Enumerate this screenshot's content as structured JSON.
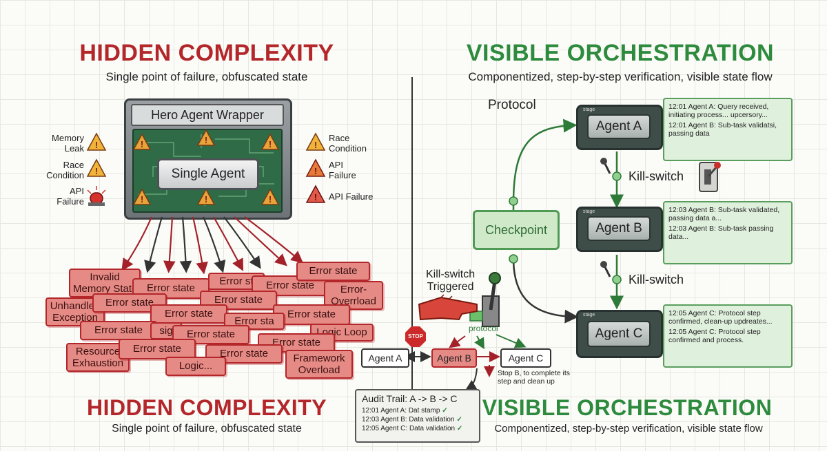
{
  "left": {
    "title_top": "HIDDEN COMPLEXITY",
    "subtitle_top": "Single point of failure, obfuscated state",
    "wrapper_label": "Hero Agent Wrapper",
    "core_label": "Single Agent",
    "side_left": [
      {
        "line1": "Memory",
        "line2": "Leak"
      },
      {
        "line1": "Race",
        "line2": "Condition"
      },
      {
        "line1": "API",
        "line2": "Failure"
      }
    ],
    "side_right": [
      {
        "line1": "Race",
        "line2": "Condition"
      },
      {
        "line1": "API",
        "line2": "Failure"
      },
      {
        "line1": "API Failure",
        "line2": ""
      }
    ],
    "errors": [
      {
        "line1": "Invalid",
        "line2": "Memory State"
      },
      {
        "line1": "Error state",
        "line2": ""
      },
      {
        "line1": "Error st",
        "line2": ""
      },
      {
        "line1": "Error state",
        "line2": ""
      },
      {
        "line1": "Error state",
        "line2": ""
      },
      {
        "line1": "Error-",
        "line2": "Overrload"
      },
      {
        "line1": "Unhandled",
        "line2": "Exception"
      },
      {
        "line1": "Error state",
        "line2": ""
      },
      {
        "line1": "Error state",
        "line2": ""
      },
      {
        "line1": "Error state",
        "line2": ""
      },
      {
        "line1": "Error state",
        "line2": ""
      },
      {
        "line1": "Error sta",
        "line2": ""
      },
      {
        "line1": "Error state",
        "line2": ""
      },
      {
        "line1": "Logic Loop",
        "line2": ""
      },
      {
        "line1": "sig",
        "line2": ""
      },
      {
        "line1": "Error state",
        "line2": ""
      },
      {
        "line1": "Error state",
        "line2": ""
      },
      {
        "line1": "Resource",
        "line2": "Exhaustion"
      },
      {
        "line1": "Error state",
        "line2": ""
      },
      {
        "line1": "Error state",
        "line2": ""
      },
      {
        "line1": "Framework",
        "line2": "Overload"
      },
      {
        "line1": "Logic...",
        "line2": ""
      }
    ],
    "title_bottom": "HIDDEN COMPLEXITY",
    "subtitle_bottom": "Single point of failure, obfuscated state"
  },
  "right": {
    "title_top": "VISIBLE ORCHESTRATION",
    "subtitle_top": "Componentized, step-by-step verification, visible state flow",
    "protocol_label": "Protocol",
    "checkpoint_label": "Checkpoint",
    "stage_tag": "stage",
    "agents": [
      {
        "label": "Agent A",
        "log": [
          "12:01 Agent A: Query received, initiating process... upcersory...",
          "12:01 Agent B: Sub-task validatsi, passing data"
        ]
      },
      {
        "label": "Agent B",
        "log": [
          "12:03 Agent B: Sub-task validated, passing data a...",
          "12:03 Agent B: Sub-task passing data..."
        ]
      },
      {
        "label": "Agent C",
        "log": [
          "12:05 Agent C: Protocol step confirmed, clean-up updreates...",
          "12:05 Agent C: Protocol step confirmed and process."
        ]
      }
    ],
    "kill_switch_1": "Kill-switch",
    "kill_switch_2": "Kill-switch",
    "kill_triggered_line1": "Kill-switch",
    "kill_triggered_line2": "Triggered",
    "stop_label": "STOP",
    "protocol_small": "protocol",
    "mini_agents": [
      "Agent A",
      "Agent B",
      "Agent C"
    ],
    "stop_note_line1": "Stop B, to complete its",
    "stop_note_line2": "step and clean up",
    "audit": {
      "title": "Audit Trail: A -> B -> C",
      "lines": [
        "12:01 Agent A: Dat stamp",
        "12:03 Agent B: Data validation",
        "12:05 Agent C: Data validation"
      ]
    },
    "title_bottom": "VISIBLE ORCHESTRATION",
    "subtitle_bottom": "Componentized, step-by-step verification, visible state flow"
  },
  "colors": {
    "red": "#b3262a",
    "green": "#2e8b3e",
    "error_fill": "#e58a85",
    "checkpoint_fill": "#cfe9c9"
  }
}
